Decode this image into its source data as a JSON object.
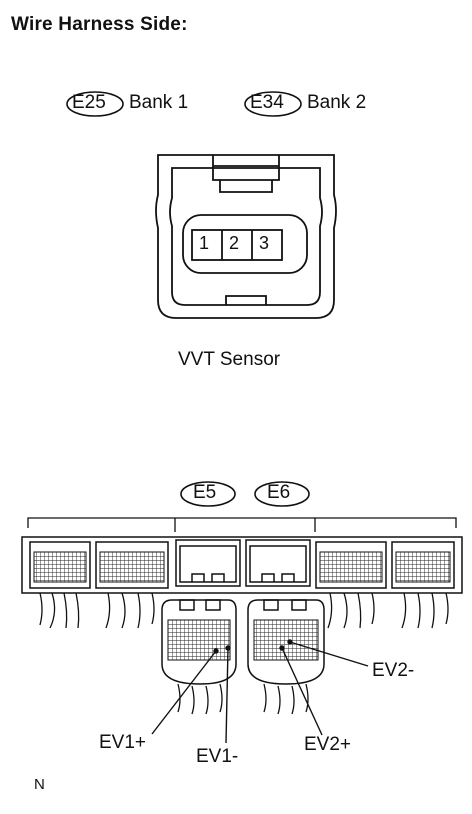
{
  "title": "Wire Harness Side:",
  "connectors": [
    {
      "code": "E25",
      "label": "Bank 1"
    },
    {
      "code": "E34",
      "label": "Bank 2"
    }
  ],
  "sensor_pins": [
    "1",
    "2",
    "3"
  ],
  "sensor_caption": "VVT Sensor",
  "ecm_connectors": [
    "E5",
    "E6"
  ],
  "terminals": {
    "ev1p": "EV1+",
    "ev1m": "EV1-",
    "ev2p": "EV2+",
    "ev2m": "EV2-"
  },
  "footer_code": "N"
}
